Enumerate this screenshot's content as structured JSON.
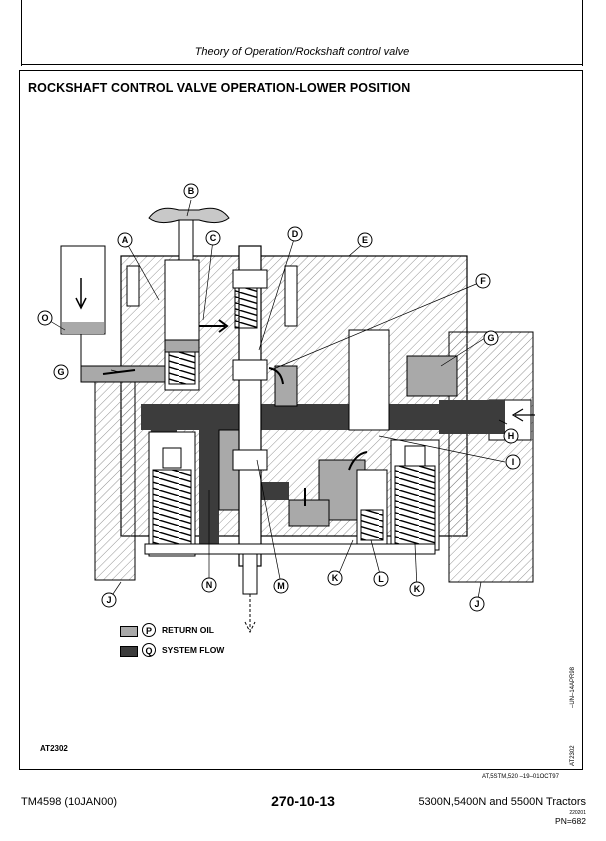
{
  "header": {
    "title": "Theory of Operation/Rockshaft control valve"
  },
  "section_title": "ROCKSHAFT CONTROL VALVE OPERATION-LOWER POSITION",
  "callouts": [
    "A",
    "B",
    "C",
    "D",
    "E",
    "F",
    "G",
    "G",
    "H",
    "I",
    "J",
    "J",
    "K",
    "K",
    "L",
    "M",
    "N",
    "O"
  ],
  "legend": [
    {
      "letter": "P",
      "label": "RETURN OIL",
      "color": "#a9a9a9"
    },
    {
      "letter": "Q",
      "label": "SYSTEM FLOW",
      "color": "#3c3c3c"
    }
  ],
  "figure_id": "AT2302",
  "side_code_1": "–UN–14APR98",
  "side_code_2": "AT2302",
  "ref_code": "AT,5STM,520   –19–01OCT97",
  "footer": {
    "manual": "TM4598 (10JAN00)",
    "page": "270-10-13",
    "models": "5300N,5400N and 5500N Tractors",
    "code": "220201",
    "pn": "PN=682"
  },
  "colors": {
    "return_oil": "#a9a9a9",
    "system_flow": "#3c3c3c",
    "hatch": "#777777"
  }
}
